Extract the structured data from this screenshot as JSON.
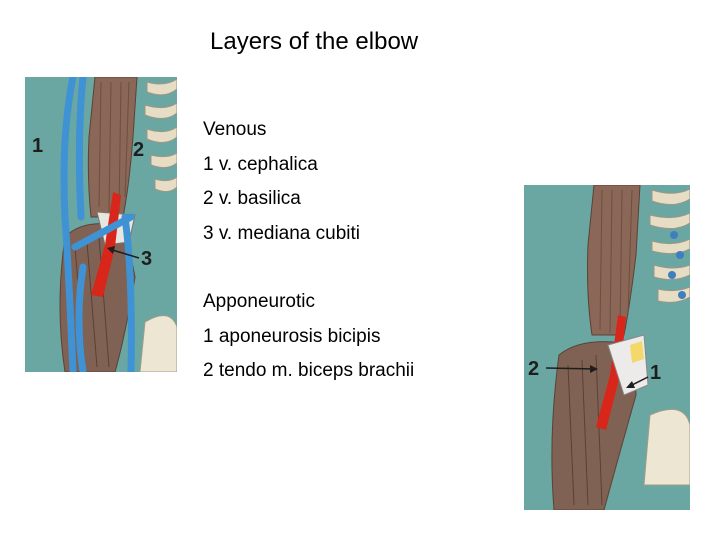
{
  "slide": {
    "title": "Layers of the elbow"
  },
  "venous": {
    "heading": "Venous",
    "items": [
      "1 v. cephalica",
      "2 v. basilica",
      "3 v. mediana cubiti"
    ]
  },
  "aponeurotic": {
    "heading": "Apponeurotic",
    "items": [
      "1 aponeurosis bicipis",
      "2 tendo m. biceps brachii"
    ]
  },
  "illustration_left": {
    "labels": [
      "1",
      "2",
      "3"
    ]
  },
  "illustration_right": {
    "labels": [
      "2",
      "1"
    ]
  },
  "colors": {
    "background": "#6aa6a2",
    "muscle": "#8c6a5c",
    "vein": "#3c8fd0",
    "artery": "#d42a1e",
    "bone": "#e8e2cf"
  }
}
